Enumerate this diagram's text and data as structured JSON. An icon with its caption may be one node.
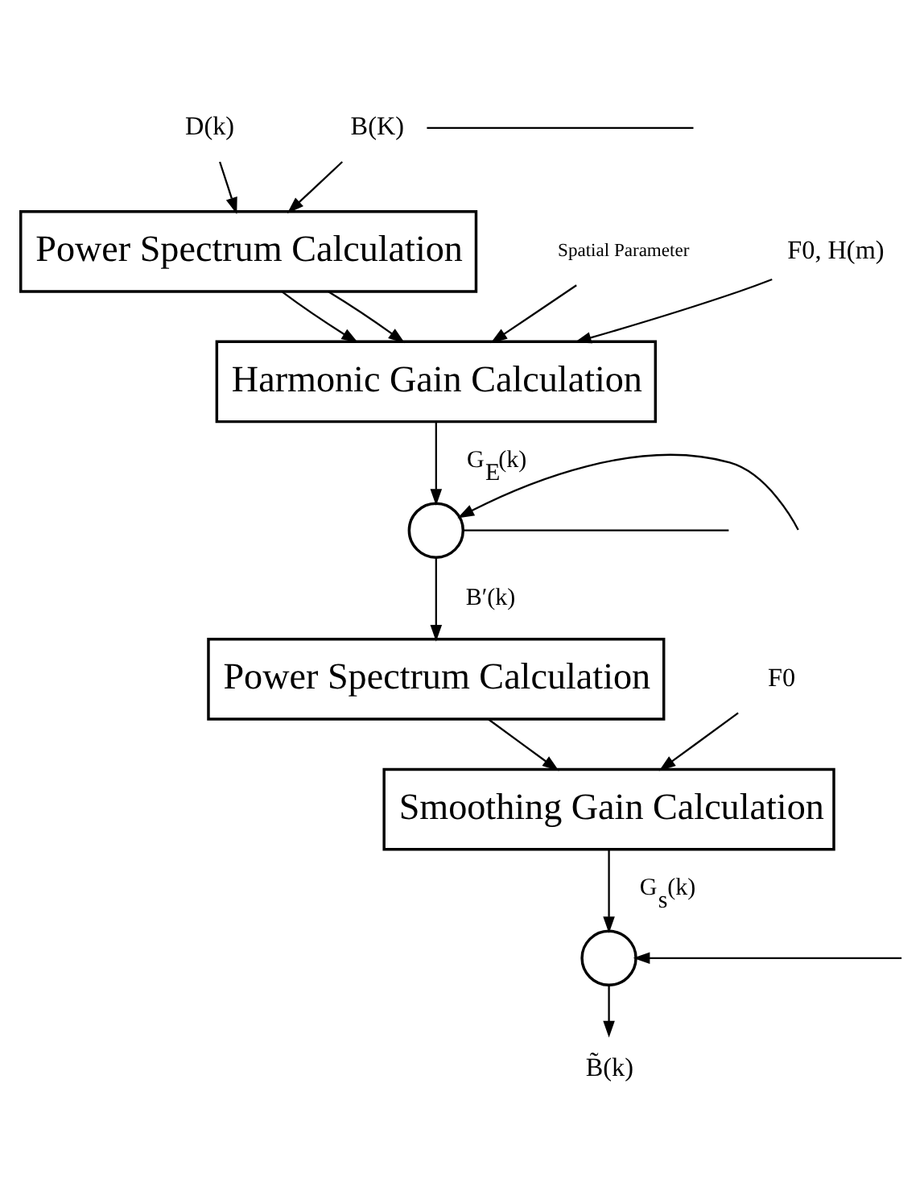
{
  "diagram": {
    "nodes": [
      {
        "text": [
          "D(k)"
        ]
      },
      {
        "text": [
          "B(K)"
        ]
      },
      {
        "text": [
          "Power Spectrum Calculation"
        ]
      },
      {
        "text": [
          "Spatial Parameter"
        ]
      },
      {
        "text": [
          "F0, H(m)"
        ]
      },
      {
        "text": [
          "Harmonic Gain Calculation"
        ]
      },
      {
        "text": [],
        "shape": "circle"
      },
      {
        "text": [
          "Power Spectrum Calculation"
        ]
      },
      {
        "text": [
          "F0"
        ]
      },
      {
        "text": [
          "Smoothing Gain Calculation"
        ]
      },
      {
        "text": [],
        "shape": "circle"
      },
      {
        "text": [
          "B̃(k)"
        ]
      }
    ],
    "edges": [
      {
        "from": 0,
        "to": 2,
        "arrow": "to"
      },
      {
        "from": 1,
        "to": 2,
        "arrow": "to"
      },
      {
        "from": 1,
        "to": null,
        "arrow": "none"
      },
      {
        "from": 2,
        "to": 5,
        "arrow": "to"
      },
      {
        "from": 2,
        "to": 5,
        "arrow": "to"
      },
      {
        "from": 3,
        "to": 5,
        "arrow": "to"
      },
      {
        "from": 4,
        "to": 5,
        "arrow": "to"
      },
      {
        "from": 5,
        "to": 6,
        "arrow": "to",
        "label": "G$_{E}$(k)"
      },
      {
        "from": null,
        "to": 6,
        "arrow": "to"
      },
      {
        "from": 6,
        "to": 7,
        "arrow": "to",
        "label": "B′(k)"
      },
      {
        "from": 6,
        "to": null,
        "arrow": "none"
      },
      {
        "from": 7,
        "to": 9,
        "arrow": "to"
      },
      {
        "from": 8,
        "to": 9,
        "arrow": "to"
      },
      {
        "from": 9,
        "to": 10,
        "arrow": "to",
        "label": "G$_{s}$(k)"
      },
      {
        "from": null,
        "to": 10,
        "arrow": "to"
      },
      {
        "from": 10,
        "to": 11,
        "arrow": "to"
      }
    ]
  }
}
